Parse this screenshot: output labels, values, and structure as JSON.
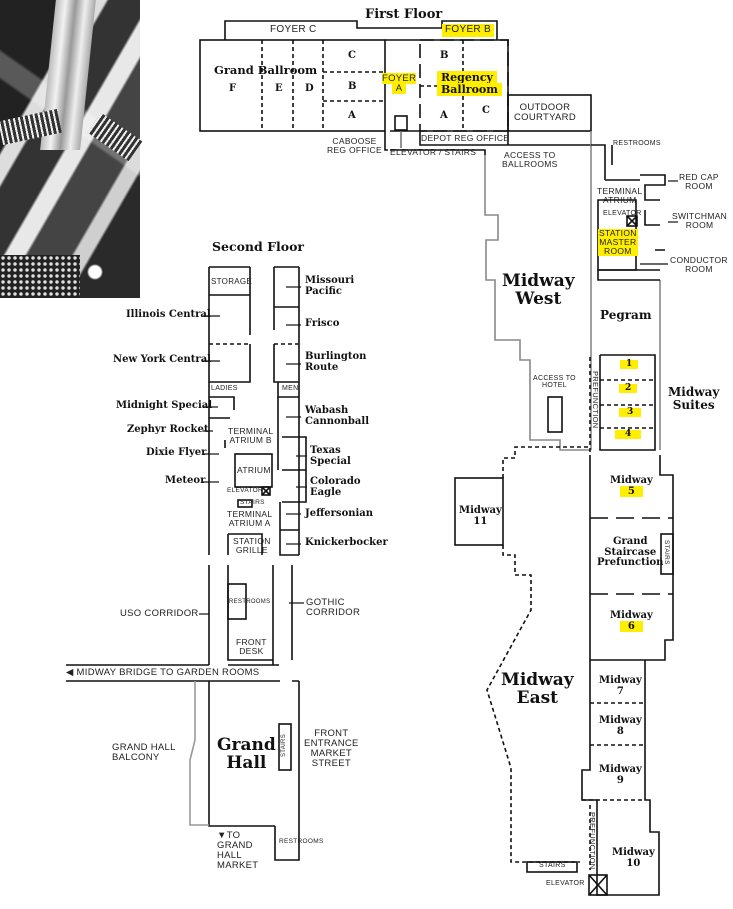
{
  "photo": {
    "icon": "atrium-photo",
    "description": "black and white photo of hotel atrium balconies"
  },
  "highlight_color": "#ffee00",
  "first_floor": {
    "title": "First Floor",
    "rooms": {
      "foyer_c": "FOYER C",
      "foyer_b": "FOYER B",
      "foyer_a_line1": "FOYER",
      "foyer_a_line2": "A",
      "grand_ballroom": "Grand Ballroom",
      "grand_ballroom_sections": [
        "F",
        "E",
        "D",
        "C",
        "B",
        "A"
      ],
      "regency_line1": "Regency",
      "regency_line2": "Ballroom",
      "regency_sections": [
        "B",
        "A",
        "C"
      ],
      "outdoor_courtyard_line1": "OUTDOOR",
      "outdoor_courtyard_line2": "COURTYARD",
      "caboose_line1": "CABOOSE",
      "caboose_line2": "REG OFFICE",
      "elevator_stairs": "ELEVATOR / STAIRS",
      "depot_reg_office": "DEPOT REG OFFICE",
      "access_ballrooms_line1": "ACCESS TO",
      "access_ballrooms_line2": "BALLROOMS",
      "restrooms": "RESTROOMS",
      "terminal_atrium_line1": "TERMINAL",
      "terminal_atrium_line2": "ATRIUM",
      "red_cap_line1": "RED CAP",
      "red_cap_line2": "ROOM",
      "elevator": "ELEVATOR",
      "switchman_line1": "SWITCHMAN",
      "switchman_line2": "ROOM",
      "station_master_line1": "STATION",
      "station_master_line2": "MASTER",
      "station_master_line3": "ROOM",
      "conductor_line1": "CONDUCTOR",
      "conductor_line2": "ROOM",
      "midway_west_line1": "Midway",
      "midway_west_line2": "West",
      "pegram": "Pegram",
      "access_hotel_line1": "ACCESS TO",
      "access_hotel_line2": "HOTEL",
      "prefunction": "PREFUNCTION",
      "suite_numbers": [
        "1",
        "2",
        "3",
        "4"
      ],
      "midway_suites_line1": "Midway",
      "midway_suites_line2": "Suites",
      "midway": "Midway",
      "midway_5": "5",
      "midway_6": "6",
      "midway_7": "7",
      "midway_8": "8",
      "midway_9": "9",
      "midway_10": "10",
      "midway_11": "11",
      "grand_staircase_line1": "Grand",
      "grand_staircase_line2": "Staircase",
      "grand_staircase_line3": "Prefunction",
      "stairs": "STAIRS",
      "midway_east_line1": "Midway",
      "midway_east_line2": "East",
      "elevator_east": "ELEVATOR"
    }
  },
  "second_floor": {
    "title": "Second Floor",
    "rooms": {
      "storage": "STORAGE",
      "missouri_line1": "Missouri",
      "missouri_line2": "Pacific",
      "illinois_central": "Illinois Central",
      "frisco": "Frisco",
      "new_york_central": "New York Central",
      "burlington_line1": "Burlington",
      "burlington_line2": "Route",
      "ladies": "LADIES",
      "men": "MEN",
      "midnight_special": "Midnight Special",
      "wabash_line1": "Wabash",
      "wabash_line2": "Cannonball",
      "zephyr_rocket": "Zephyr Rocket",
      "terminal_b_line1": "TERMINAL",
      "terminal_b_line2": "ATRIUM B",
      "dixie_flyer": "Dixie Flyer",
      "texas_line1": "Texas",
      "texas_line2": "Special",
      "atrium": "ATRIUM",
      "meteor": "Meteor",
      "elevator": "ELEVATOR",
      "colorado_line1": "Colorado",
      "colorado_line2": "Eagle",
      "stairs": "STAIRS",
      "terminal_a_line1": "TERMINAL",
      "terminal_a_line2": "ATRIUM A",
      "jeffersonian": "Jeffersonian",
      "station_grille_line1": "STATION",
      "station_grille_line2": "GRILLE",
      "knickerbocker": "Knickerbocker",
      "restrooms": "RESTROOMS",
      "uso_corridor": "USO CORRIDOR",
      "gothic_line1": "GOTHIC",
      "gothic_line2": "CORRIDOR",
      "front_desk_line1": "FRONT",
      "front_desk_line2": "DESK",
      "midway_bridge": "◀ MIDWAY BRIDGE TO GARDEN ROOMS",
      "grand_hall_balcony_line1": "GRAND HALL",
      "grand_hall_balcony_line2": "BALCONY",
      "grand_hall_line1": "Grand",
      "grand_hall_line2": "Hall",
      "stairs_grand": "STAIRS",
      "front_entrance_line1": "FRONT",
      "front_entrance_line2": "ENTRANCE",
      "front_entrance_line3": "MARKET",
      "front_entrance_line4": "STREET",
      "to_market_line1": "▼TO",
      "to_market_line2": "GRAND",
      "to_market_line3": "HALL",
      "to_market_line4": "MARKET",
      "restrooms_bottom": "RESTROOMS"
    }
  }
}
